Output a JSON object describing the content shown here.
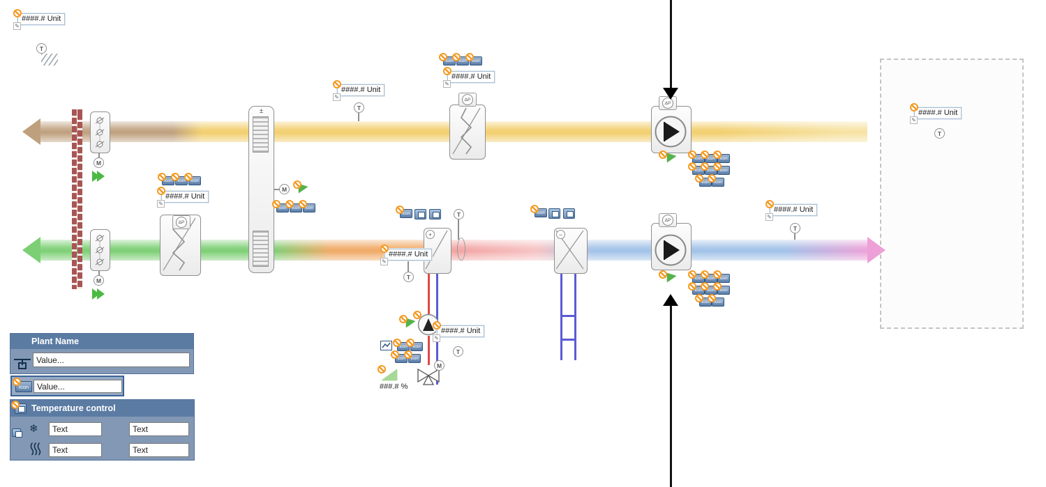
{
  "labels": {
    "unit": "####.# Unit",
    "percent": "###.# %",
    "icon": "Icon",
    "t": "T",
    "m": "M",
    "dp": "ΔP",
    "plusminus": "±",
    "plus": "+",
    "minus": "−"
  },
  "icons": {
    "edit": "✎",
    "snowflake": "❄"
  },
  "panels": {
    "plant_name": {
      "title": "Plant Name",
      "value": "Value..."
    },
    "icon_field": {
      "label": "Icon",
      "value": "Value..."
    },
    "temperature_control": {
      "title": "Temperature control",
      "cooling_field_1": "Text",
      "cooling_field_2": "Text",
      "heating_field_1": "Text",
      "heating_field_2": "Text"
    }
  },
  "colors": {
    "panel_header": "#5b7ba3",
    "badge_orange": "#f59a23",
    "duct_exhaust_brown": "#bfa07e",
    "duct_extract_yellow": "#f2cf6e",
    "duct_fresh_green": "#7ccf74",
    "duct_heated_orange": "#f0aa66",
    "duct_reheat_red": "#f2a3a3",
    "duct_supply_blue": "#a2c2e8",
    "duct_outlet_pink": "#eda0d8",
    "pipe_hot": "#e04848",
    "pipe_cold": "#5b5bd6",
    "status_green": "#4cb944"
  }
}
